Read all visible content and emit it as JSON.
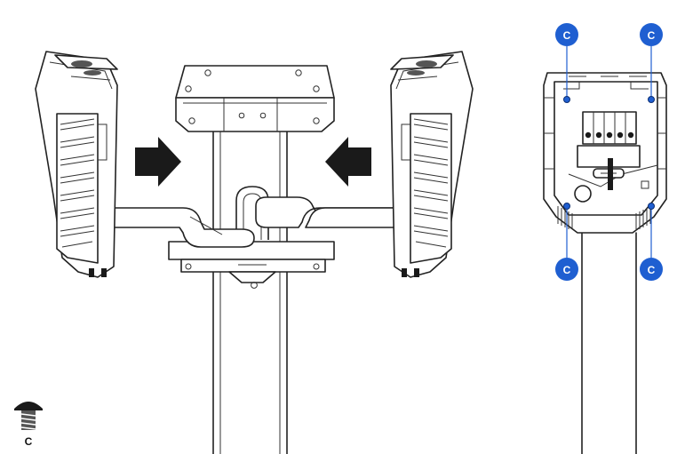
{
  "callouts": {
    "top_left": "C",
    "top_right": "C",
    "bottom_left": "C",
    "bottom_right": "C"
  },
  "legend": {
    "screw_label": "C"
  },
  "colors": {
    "callout": "#1f5fd1",
    "line": "#222222"
  }
}
